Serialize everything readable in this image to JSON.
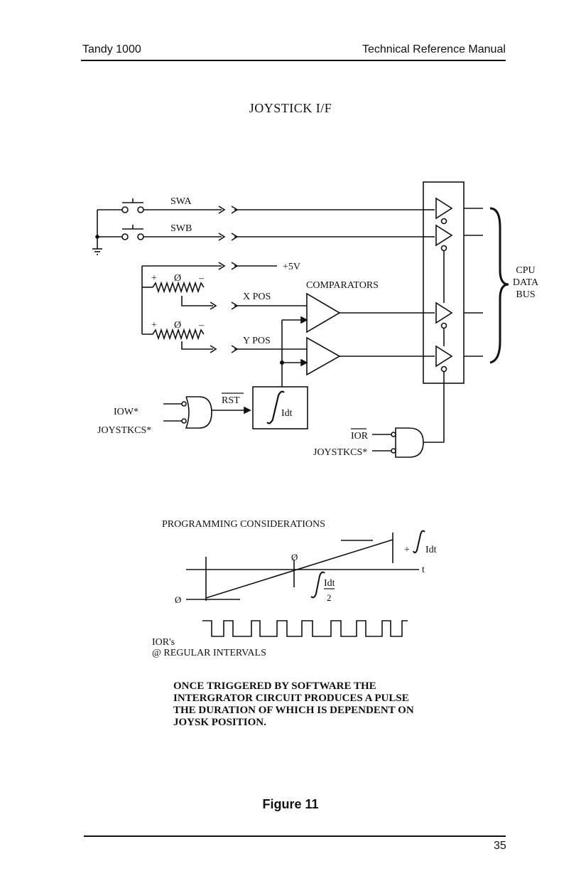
{
  "header": {
    "left": "Tandy 1000",
    "right": "Technical Reference Manual"
  },
  "title": "JOYSTICK I/F",
  "labels": {
    "swa": "SWA",
    "swb": "SWB",
    "plus5v": "+5V",
    "plus": "+",
    "zero": "Ø",
    "minus": "–",
    "xpos": "X POS",
    "ypos": "Y POS",
    "comparators": "COMPARATORS",
    "cpu": "CPU",
    "data": "DATA",
    "bus": "BUS",
    "iow": "IOW*",
    "joystkcs": "JOYSTKCS*",
    "rst": "RST",
    "idt": "Idt",
    "ior": "IOR",
    "joystkcs2": "JOYSTKCS*"
  },
  "programming": {
    "heading": "PROGRAMMING CONSIDERATIONS",
    "plus": "+",
    "idt": "Idt",
    "zero_mid": "Ø",
    "t": "t",
    "zero_left": "Ø",
    "idt_half_num": "Idt",
    "idt_half_den": "2",
    "iors": "IOR's",
    "regular": "@ REGULAR INTERVALS"
  },
  "note_lines": [
    "ONCE TRIGGERED BY SOFTWARE THE",
    "INTERGRATOR CIRCUIT PRODUCES A PULSE",
    "THE DURATION OF WHICH IS DEPENDENT ON",
    "JOYSK POSITION."
  ],
  "caption": "Figure 11",
  "page_number": "35"
}
